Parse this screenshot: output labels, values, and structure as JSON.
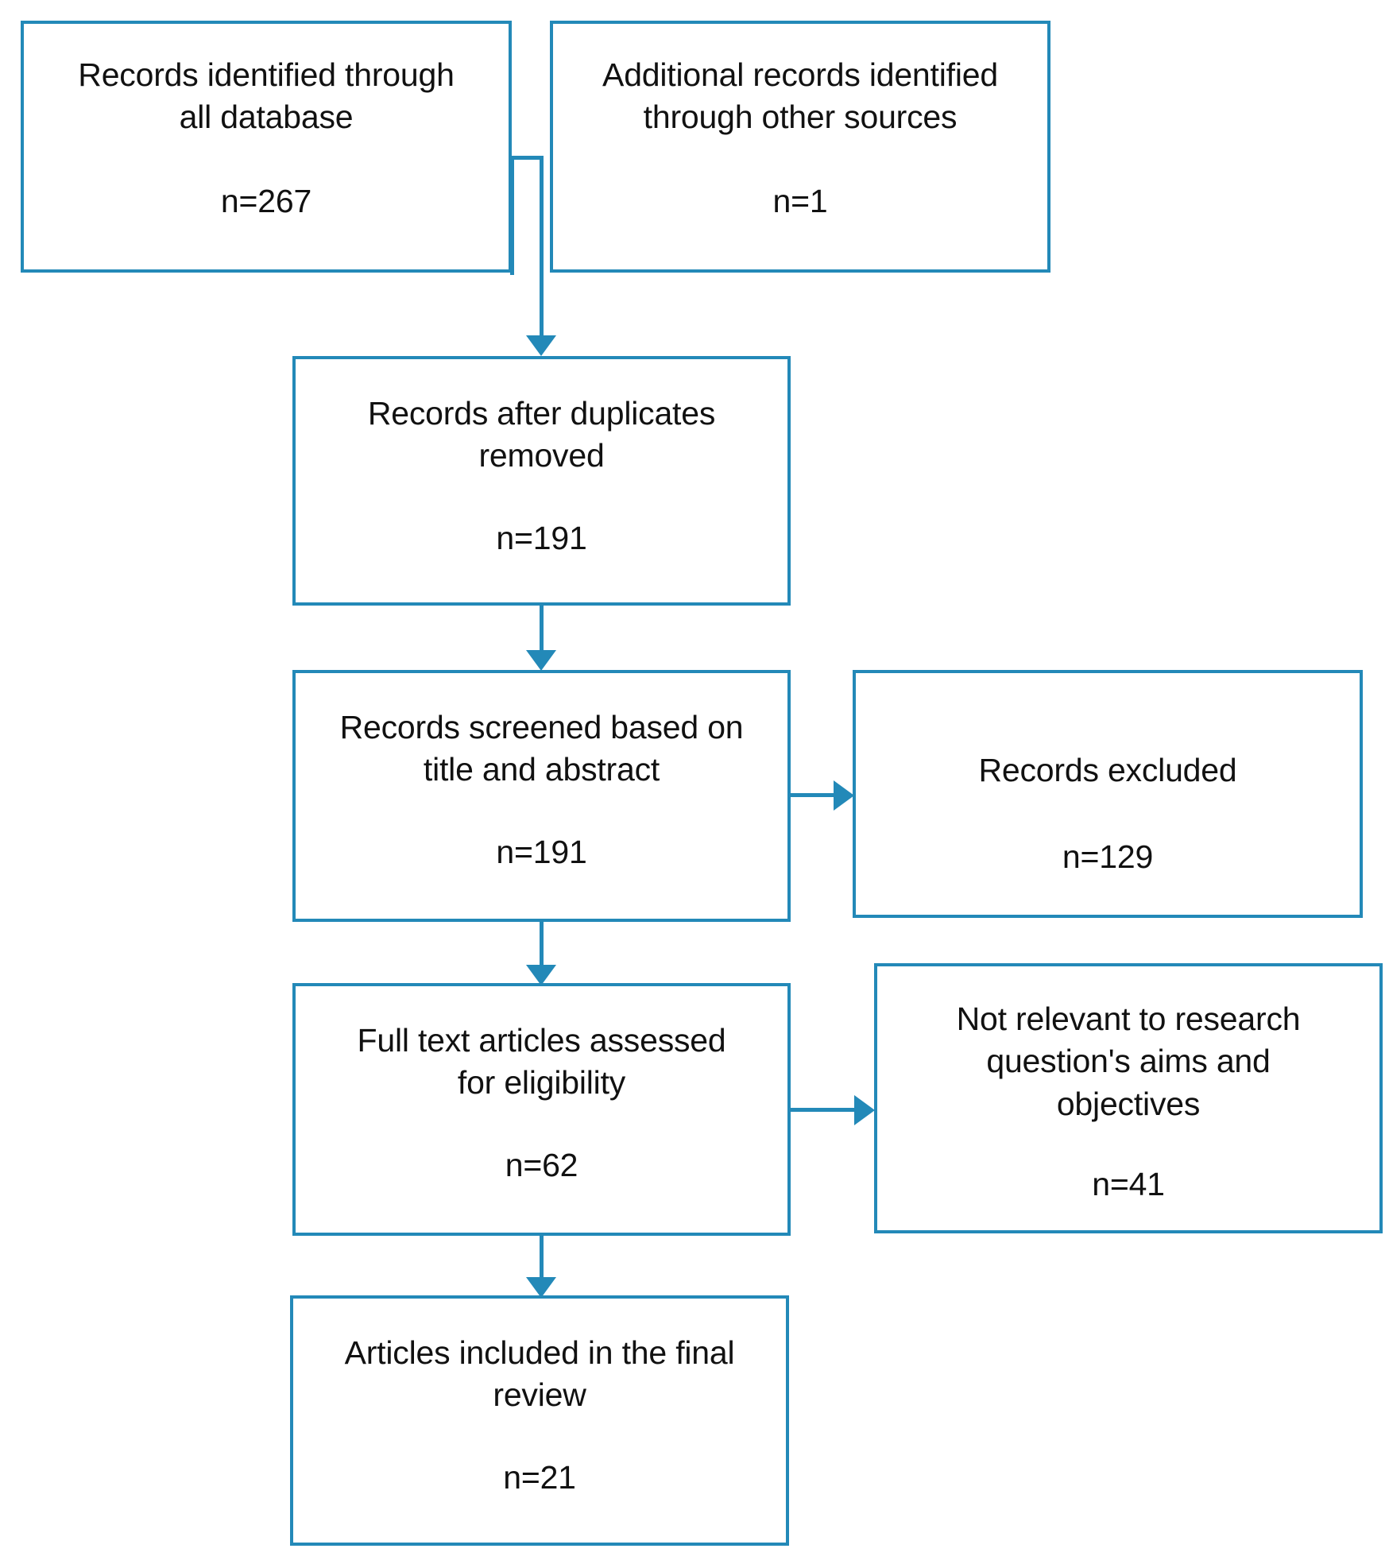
{
  "diagram": {
    "type": "prisma-flow-diagram",
    "accent_color": "#2389b8",
    "text_color": "#111111",
    "background_color": "#ffffff",
    "boxes": [
      {
        "id": "records-identified",
        "label": "Records identified through\nall database",
        "count": "n=267"
      },
      {
        "id": "additional-records",
        "label": "Additional records identified\nthrough other sources",
        "count": "n=1"
      },
      {
        "id": "duplicates-removed",
        "label": "Records after duplicates\nremoved",
        "count": "n=191"
      },
      {
        "id": "records-screened",
        "label": "Records screened based on\ntitle and abstract",
        "count": "n=191"
      },
      {
        "id": "records-excluded",
        "label": "Records excluded",
        "count": "n=129"
      },
      {
        "id": "fulltext-assessed",
        "label": "Full text articles assessed\nfor eligibility",
        "count": "n=62"
      },
      {
        "id": "not-relevant",
        "label": "Not relevant to research\nquestion's aims and\nobjectives",
        "count": "n=41"
      },
      {
        "id": "articles-included",
        "label": "Articles included in the final\nreview",
        "count": "n=21"
      }
    ]
  }
}
